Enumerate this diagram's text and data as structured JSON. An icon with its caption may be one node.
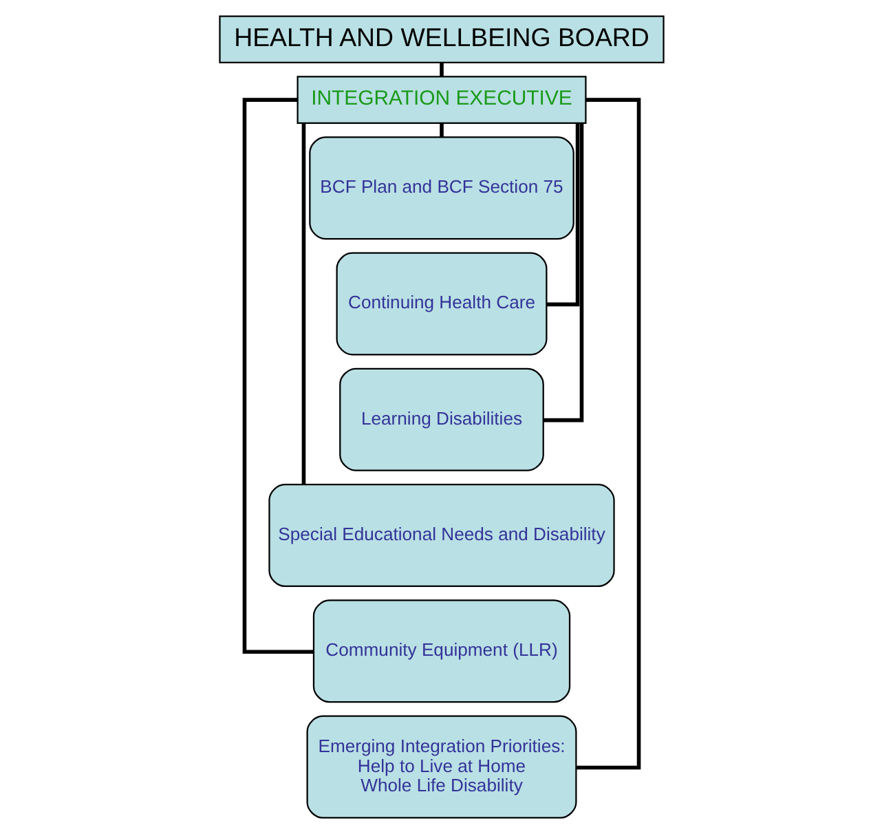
{
  "diagram": {
    "nodes": [
      {
        "text": [
          "HEALTH AND WELLBEING BOARD"
        ]
      },
      {
        "text": [
          "INTEGRATION EXECUTIVE"
        ]
      },
      {
        "text": [
          "BCF Plan and BCF Section 75"
        ]
      },
      {
        "text": [
          "Continuing Health Care"
        ]
      },
      {
        "text": [
          "Learning Disabilities"
        ]
      },
      {
        "text": [
          "Special Educational Needs and Disability"
        ]
      },
      {
        "text": [
          "Community Equipment (LLR)"
        ]
      },
      {
        "text": [
          "Emerging Integration Priorities:",
          "Help to Live at Home",
          "Whole Life Disability"
        ]
      }
    ],
    "edges": [
      {
        "from": 0,
        "to": 1,
        "arrow": "none"
      },
      {
        "from": 1,
        "to": 2,
        "arrow": "none"
      },
      {
        "from": 1,
        "to": 3,
        "arrow": "none"
      },
      {
        "from": 1,
        "to": 4,
        "arrow": "none"
      },
      {
        "from": 1,
        "to": 5,
        "arrow": "none"
      },
      {
        "from": 1,
        "to": 6,
        "arrow": "none"
      },
      {
        "from": 1,
        "to": 7,
        "arrow": "none"
      }
    ]
  }
}
